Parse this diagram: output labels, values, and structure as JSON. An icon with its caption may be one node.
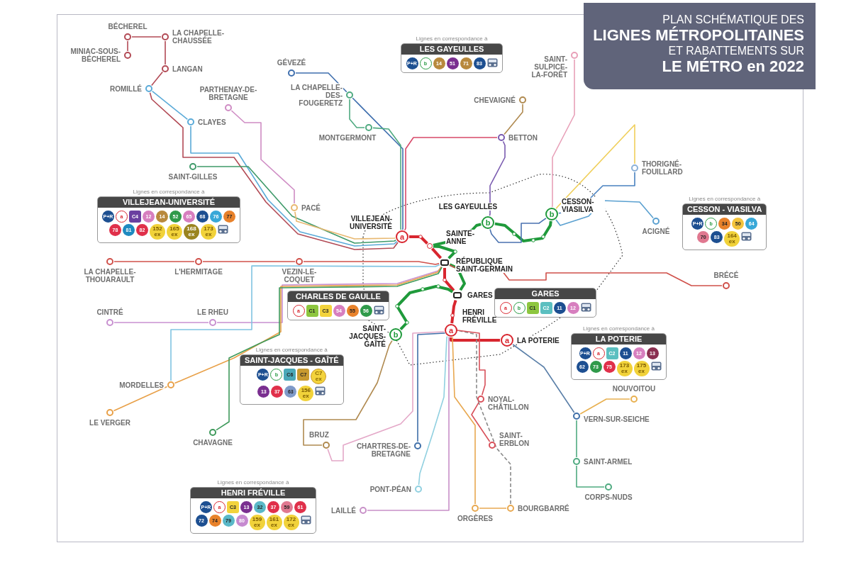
{
  "diagram": {
    "title": "PLAN SCHÉMATIQUE DES **LIGNES MÉTROPOLITAINES** ET RABATTEMENTS SUR **LE MÉTRO en 2022**",
    "nodes": [
      {
        "text": [
          "BÉCHEREL"
        ]
      },
      {
        "text": [
          "LA CHAPELLE-CHAUSSÉE"
        ]
      },
      {
        "text": [
          "MINIAC-SOUS-BÉCHEREL"
        ]
      },
      {
        "text": [
          "LANGAN"
        ]
      },
      {
        "text": [
          "ROMILLÉ"
        ]
      },
      {
        "text": [
          "CLAYES"
        ]
      },
      {
        "text": [
          "PARTHENAY-DE-BRETAGNE"
        ]
      },
      {
        "text": [
          "SAINT-GILLES"
        ]
      },
      {
        "text": [
          "PACÉ"
        ]
      },
      {
        "text": [
          "GÉVEZÉ"
        ]
      },
      {
        "text": [
          "LA CHAPELLE-DES-FOUGERETZ"
        ]
      },
      {
        "text": [
          "MONTGERMONT"
        ]
      },
      {
        "text": [
          "CHEVAIGNÉ"
        ]
      },
      {
        "text": [
          "BETTON"
        ]
      },
      {
        "text": [
          "SAINT-SULPICE-LA-FORÊT"
        ]
      },
      {
        "text": [
          "THORIGNÉ-FOUILLARD"
        ]
      },
      {
        "text": [
          "ACIGNÉ"
        ]
      },
      {
        "text": [
          "VILLEJEAN-UNIVERSITÉ",
          "a"
        ]
      },
      {
        "text": [
          "SAINTE-ANNE"
        ]
      },
      {
        "text": [
          "RÉPUBLIQUE SAINT-GERMAIN"
        ]
      },
      {
        "text": [
          "LES GAYEULLES",
          "b"
        ]
      },
      {
        "text": [
          "b",
          "CESSON-VIASILVA"
        ]
      },
      {
        "text": [
          "LA CHAPELLE-THOUARAULT"
        ]
      },
      {
        "text": [
          "L'HERMITAGE"
        ]
      },
      {
        "text": [
          "VEZIN-LE-COQUET"
        ]
      },
      {
        "text": [
          "BRÉCÉ"
        ]
      },
      {
        "text": [
          "CINTRÉ"
        ]
      },
      {
        "text": [
          "LE RHEU"
        ]
      },
      {
        "text": [
          "GARES"
        ]
      },
      {
        "text": [
          "a",
          "HENRI FRÉVILLE"
        ]
      },
      {
        "text": [
          "SAINT-JACQUES-GAÎTÉ",
          "b"
        ]
      },
      {
        "text": [
          "a",
          "LA POTERIE"
        ]
      },
      {
        "text": [
          "MORDELLES"
        ]
      },
      {
        "text": [
          "LE VERGER"
        ]
      },
      {
        "text": [
          "NOUVOITOU"
        ]
      },
      {
        "text": [
          "NOYAL-CHÂTILLON"
        ]
      },
      {
        "text": [
          "VERN-SUR-SEICHE"
        ]
      },
      {
        "text": [
          "CHAVAGNE"
        ]
      },
      {
        "text": [
          "BRUZ"
        ]
      },
      {
        "text": [
          "SAINT-ERBLON"
        ]
      },
      {
        "text": [
          "CHARTRES-DE-BRETAGNE"
        ]
      },
      {
        "text": [
          "SAINT-ARMEL"
        ]
      },
      {
        "text": [
          "PONT-PÉAN"
        ]
      },
      {
        "text": [
          "CORPS-NUDS"
        ]
      },
      {
        "text": [
          "LAILLÉ"
        ]
      },
      {
        "text": [
          "ORGÈRES"
        ]
      },
      {
        "text": [
          "BOURGBARRÉ"
        ]
      },
      {
        "text": [
          "Lignes en correspondance à",
          "LES GAYEULLES",
          "P+R",
          "b",
          "14",
          "51",
          "71",
          "83"
        ]
      },
      {
        "text": [
          "Lignes en correspondance à",
          "VILLEJEAN-UNIVERSITÉ",
          "P+R",
          "a",
          "C4",
          "12",
          "14",
          "52",
          "65",
          "68",
          "76",
          "77",
          "78",
          "81",
          "82",
          "152 ex",
          "165 ex",
          "168 ex",
          "173 ex"
        ]
      },
      {
        "text": [
          "Lignes en correspondance à",
          "CESSON - VIASILVA",
          "P+R",
          "b",
          "34",
          "50",
          "64",
          "70",
          "83",
          "164 ex"
        ]
      },
      {
        "text": [
          "CHARLES DE GAULLE",
          "a",
          "C1",
          "C3",
          "54",
          "55",
          "56"
        ]
      },
      {
        "text": [
          "GARES",
          "a",
          "b",
          "C1",
          "C2",
          "11",
          "12"
        ]
      },
      {
        "text": [
          "Lignes en correspondance à",
          "SAINT-JACQUES - GAÎTÉ",
          "P+R",
          "b",
          "C6",
          "C7",
          "C7 ex",
          "13",
          "37",
          "63",
          "156 ex"
        ]
      },
      {
        "text": [
          "Lignes en correspondance à",
          "LA POTERIE",
          "P+R",
          "a",
          "C2",
          "11",
          "12",
          "13",
          "62",
          "73",
          "75",
          "173 ex",
          "175 ex"
        ]
      },
      {
        "text": [
          "Lignes en correspondance à",
          "HENRI FRÉVILLE",
          "P+R",
          "a",
          "C3",
          "13",
          "32",
          "37",
          "59",
          "61",
          "72",
          "74",
          "79",
          "80",
          "159 ex",
          "161 ex",
          "172 ex"
        ]
      }
    ],
    "edges": [
      {
        "from": 17,
        "to": 18,
        "arrow": "none",
        "style": "thick",
        "color": "#d8262f"
      },
      {
        "from": 18,
        "to": 19,
        "arrow": "none",
        "style": "thick",
        "color": "#d8262f"
      },
      {
        "from": 19,
        "to": 28,
        "arrow": "none",
        "style": "thick",
        "color": "#d8262f"
      },
      {
        "from": 28,
        "to": 29,
        "arrow": "none",
        "style": "thick",
        "color": "#d8262f"
      },
      {
        "from": 29,
        "to": 31,
        "arrow": "none",
        "style": "thick",
        "color": "#d8262f"
      },
      {
        "from": 30,
        "to": 28,
        "arrow": "none",
        "style": "thick",
        "color": "#1f9a3b"
      },
      {
        "from": 28,
        "to": 19,
        "arrow": "none",
        "style": "thick",
        "color": "#1f9a3b"
      },
      {
        "from": 19,
        "to": 18,
        "arrow": "none",
        "style": "thick",
        "color": "#1f9a3b"
      },
      {
        "from": 18,
        "to": 20,
        "arrow": "none",
        "style": "thick",
        "color": "#1f9a3b"
      },
      {
        "from": 20,
        "to": 21,
        "arrow": "none",
        "style": "thick",
        "color": "#1f9a3b"
      },
      {
        "from": 2,
        "to": 0,
        "arrow": "none",
        "color": "#b24a55"
      },
      {
        "from": 0,
        "to": 1,
        "arrow": "none",
        "color": "#b24a55"
      },
      {
        "from": 1,
        "to": 3,
        "arrow": "none",
        "color": "#b24a55"
      },
      {
        "from": 3,
        "to": 4,
        "arrow": "none",
        "color": "#b24a55"
      },
      {
        "from": 4,
        "to": 17,
        "arrow": "none",
        "color": "#b24a55"
      },
      {
        "from": 4,
        "to": 5,
        "arrow": "none",
        "color": "#5aaad8"
      },
      {
        "from": 5,
        "to": 17,
        "arrow": "none",
        "color": "#5aaad8"
      },
      {
        "from": 7,
        "to": 17,
        "arrow": "none",
        "color": "#3f9a6a"
      },
      {
        "from": 6,
        "to": 8,
        "arrow": "none",
        "color": "#cf8cc4"
      },
      {
        "from": 8,
        "to": 17,
        "arrow": "none",
        "color": "#e8b870"
      },
      {
        "from": 9,
        "to": 10,
        "arrow": "none",
        "color": "#3f6fae"
      },
      {
        "from": 10,
        "to": 17,
        "arrow": "none",
        "color": "#3f6fae"
      },
      {
        "from": 10,
        "to": 11,
        "arrow": "none",
        "color": "#4faa80"
      },
      {
        "from": 11,
        "to": 17,
        "arrow": "none",
        "color": "#4faa80"
      },
      {
        "from": 13,
        "to": 17,
        "arrow": "none",
        "color": "#d84a6a"
      },
      {
        "from": 12,
        "to": 13,
        "arrow": "none",
        "color": "#b08a50"
      },
      {
        "from": 13,
        "to": 20,
        "arrow": "none",
        "color": "#7a5bb0"
      },
      {
        "from": 14,
        "to": 21,
        "arrow": "none",
        "color": "#e8a0b8"
      },
      {
        "from": 15,
        "to": 21,
        "arrow": "none",
        "color": "#f0cf5a"
      },
      {
        "from": 15,
        "to": 21,
        "arrow": "none",
        "color": "#4a82c0"
      },
      {
        "from": 16,
        "to": 21,
        "arrow": "none",
        "color": "#5aa0d0"
      },
      {
        "from": 20,
        "to": 21,
        "arrow": "none",
        "color": "#4a72b0"
      },
      {
        "from": 22,
        "to": 23,
        "arrow": "none",
        "color": "#d0504a"
      },
      {
        "from": 23,
        "to": 24,
        "arrow": "none",
        "color": "#d0504a"
      },
      {
        "from": 24,
        "to": 19,
        "arrow": "none",
        "color": "#d0504a"
      },
      {
        "from": 25,
        "to": 19,
        "arrow": "none",
        "color": "#d0504a"
      },
      {
        "from": 26,
        "to": 27,
        "arrow": "none",
        "color": "#c890d0"
      },
      {
        "from": 27,
        "to": 19,
        "arrow": "none",
        "color": "#c890d0"
      },
      {
        "from": 32,
        "to": 19,
        "arrow": "none",
        "color": "#80c4e2"
      },
      {
        "from": 33,
        "to": 32,
        "arrow": "none",
        "color": "#e8a048"
      },
      {
        "from": 32,
        "to": 19,
        "arrow": "none",
        "color": "#e8a048"
      },
      {
        "from": 37,
        "to": 19,
        "arrow": "none",
        "color": "#3f9a5c"
      },
      {
        "from": 38,
        "to": 30,
        "arrow": "none",
        "color": "#b08a50"
      },
      {
        "from": 38,
        "to": 29,
        "arrow": "none",
        "color": "#e4a8c8"
      },
      {
        "from": 40,
        "to": 29,
        "arrow": "none",
        "color": "#3f6fa8"
      },
      {
        "from": 42,
        "to": 29,
        "arrow": "none",
        "color": "#90d0e0"
      },
      {
        "from": 44,
        "to": 29,
        "arrow": "none",
        "color": "#c890c8"
      },
      {
        "from": 45,
        "to": 29,
        "arrow": "none",
        "color": "#e8a850"
      },
      {
        "from": 45,
        "to": 46,
        "arrow": "none",
        "color": "#e8a850"
      },
      {
        "from": 46,
        "to": 29,
        "arrow": "none",
        "style": "dashed",
        "color": "#8a8a8a"
      },
      {
        "from": 35,
        "to": 29,
        "arrow": "none",
        "color": "#d8505a"
      },
      {
        "from": 39,
        "to": 35,
        "arrow": "none",
        "color": "#d8505a"
      },
      {
        "from": 34,
        "to": 36,
        "arrow": "none",
        "color": "#e8b050"
      },
      {
        "from": 36,
        "to": 31,
        "arrow": "none",
        "color": "#5a7fa8"
      },
      {
        "from": 41,
        "to": 36,
        "arrow": "none",
        "color": "#4faa80"
      },
      {
        "from": 43,
        "to": 41,
        "arrow": "none",
        "color": "#4faa80"
      }
    ]
  }
}
